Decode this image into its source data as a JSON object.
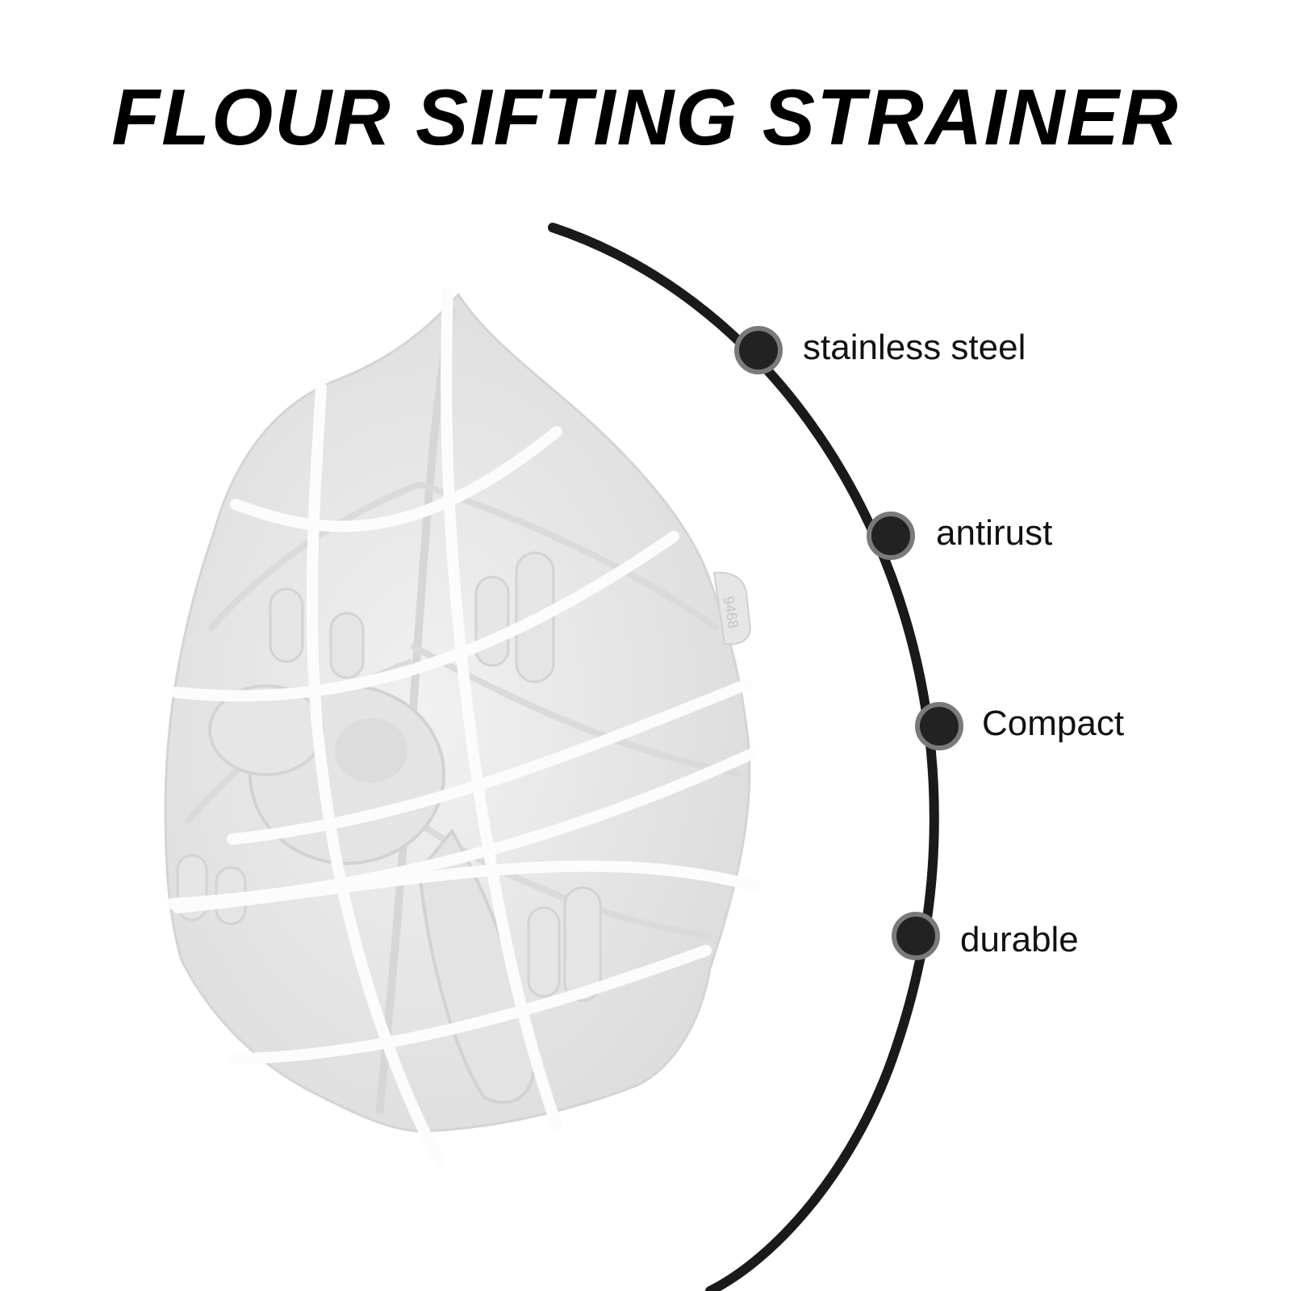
{
  "title": "FLOUR SIFTING STRAINER",
  "mold_engraving": "9468",
  "features": [
    {
      "label": "stainless steel"
    },
    {
      "label": "antirust"
    },
    {
      "label": "Compact"
    },
    {
      "label": "durable"
    }
  ],
  "colors": {
    "background": "#ffffff",
    "title": "#000000",
    "arc": "#1a1a1a",
    "dot": "#222222",
    "dot_ring": "#7a7a7a",
    "product": "#e9e9e9",
    "mesh": "#fcfcfc"
  }
}
